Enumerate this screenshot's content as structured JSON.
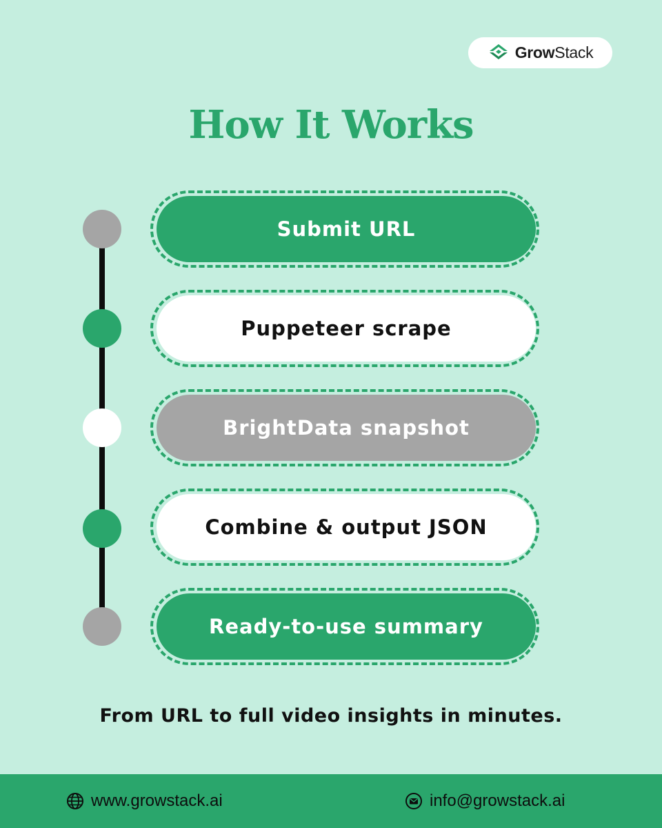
{
  "brand": {
    "name_bold": "Grow",
    "name_regular": "Stack",
    "logo_icon": "growstack-logo-icon"
  },
  "title": "How It Works",
  "steps": [
    {
      "label": "Submit URL",
      "style": "green",
      "dot": "gray"
    },
    {
      "label": "Puppeteer scrape",
      "style": "white",
      "dot": "green"
    },
    {
      "label": "BrightData snapshot",
      "style": "gray",
      "dot": "white"
    },
    {
      "label": "Combine & output JSON",
      "style": "white",
      "dot": "green"
    },
    {
      "label": "Ready-to-use summary",
      "style": "green",
      "dot": "gray"
    }
  ],
  "tagline": "From URL to full video insights in minutes.",
  "footer": {
    "website": "www.growstack.ai",
    "website_icon": "globe-icon",
    "email": "info@growstack.ai",
    "email_icon": "mail-icon"
  },
  "colors": {
    "background": "#c5eedf",
    "accent": "#2aa66c",
    "gray": "#a5a5a5",
    "white": "#ffffff",
    "timeline": "#0d0d0d"
  }
}
